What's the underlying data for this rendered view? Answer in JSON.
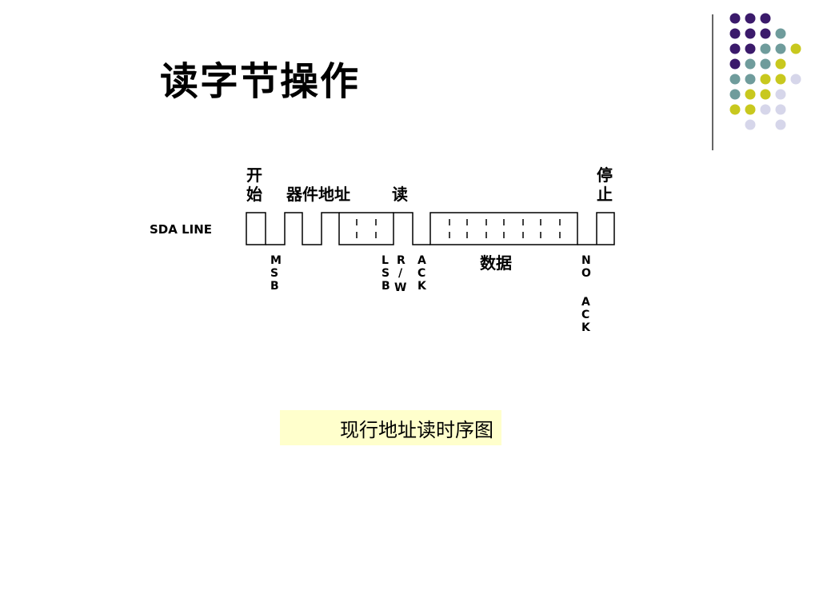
{
  "slide": {
    "title": "读字节操作",
    "caption": "现行地址读时序图"
  },
  "decor": {
    "colors": {
      "purple": "#3b1a6b",
      "teal": "#6f9c9c",
      "yellow": "#c8c81e",
      "lavender": "#d6d6ea"
    }
  },
  "diagram": {
    "line_label": "SDA LINE",
    "labels_top": {
      "start": [
        "开",
        "始"
      ],
      "device_address": "器件地址",
      "read": "读",
      "stop": [
        "停",
        "止"
      ]
    },
    "labels_bottom": {
      "msb": [
        "M",
        "S",
        "B"
      ],
      "lsb": [
        "L",
        "S",
        "B"
      ],
      "rw": [
        "R",
        "/",
        "W"
      ],
      "ack": [
        "A",
        "C",
        "K"
      ],
      "data": "数据",
      "no": [
        "N",
        "O"
      ],
      "no_ack": [
        "A",
        "C",
        "K"
      ]
    }
  }
}
